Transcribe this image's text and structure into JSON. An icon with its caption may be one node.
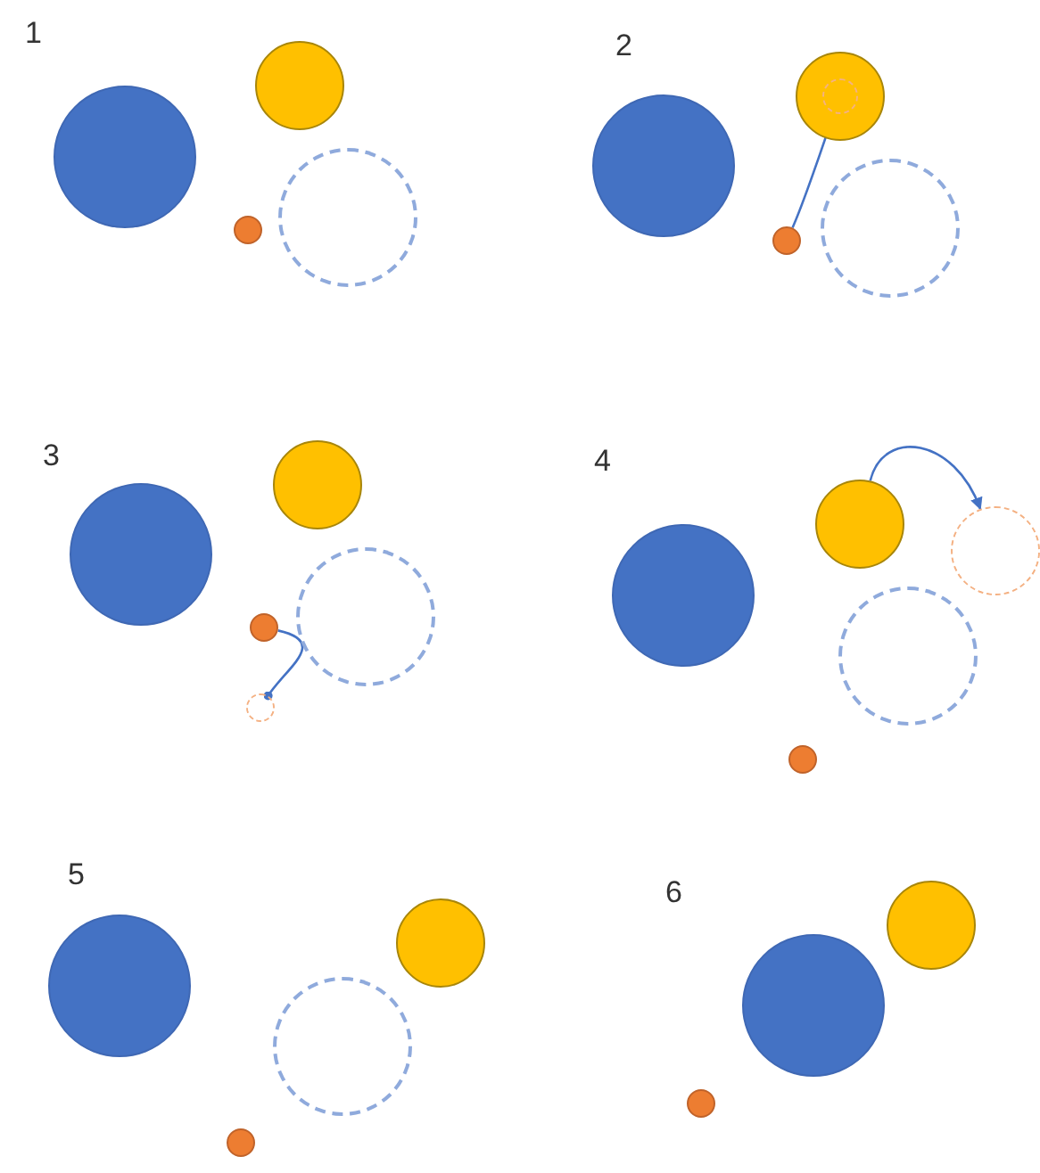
{
  "diagram": {
    "nodes": [
      {
        "text": [],
        "shape": "circle"
      },
      {
        "text": [],
        "shape": "circle"
      },
      {
        "text": [],
        "shape": "circle"
      },
      {
        "text": [],
        "shape": "circle"
      },
      {
        "text": [],
        "shape": "circle"
      },
      {
        "text": [],
        "shape": "circle"
      },
      {
        "text": [],
        "shape": "circle",
        "in": 5
      },
      {
        "text": [],
        "shape": "circle"
      },
      {
        "text": [],
        "shape": "circle"
      },
      {
        "text": [],
        "shape": "circle"
      },
      {
        "text": [],
        "shape": "circle"
      },
      {
        "text": [],
        "shape": "circle"
      },
      {
        "text": [],
        "shape": "circle"
      },
      {
        "text": [],
        "shape": "circle"
      },
      {
        "text": [],
        "shape": "circle"
      },
      {
        "text": [],
        "shape": "circle"
      },
      {
        "text": [],
        "shape": "circle"
      },
      {
        "text": [],
        "shape": "circle"
      },
      {
        "text": [],
        "shape": "circle"
      },
      {
        "text": [],
        "shape": "circle"
      },
      {
        "text": [],
        "shape": "circle"
      },
      {
        "text": [],
        "shape": "circle"
      },
      {
        "text": [],
        "shape": "circle"
      },
      {
        "text": [],
        "shape": "circle"
      },
      {
        "text": [],
        "shape": "circle"
      },
      {
        "text": [],
        "shape": "circle"
      }
    ],
    "edges": [
      {
        "from": 7,
        "to": 6,
        "arrow": "to"
      },
      {
        "from": 12,
        "to": 13,
        "arrow": "other"
      },
      {
        "from": 15,
        "to": 16,
        "arrow": "to"
      }
    ],
    "labels": [
      "1",
      "2",
      "3",
      "4",
      "5",
      "6"
    ]
  }
}
